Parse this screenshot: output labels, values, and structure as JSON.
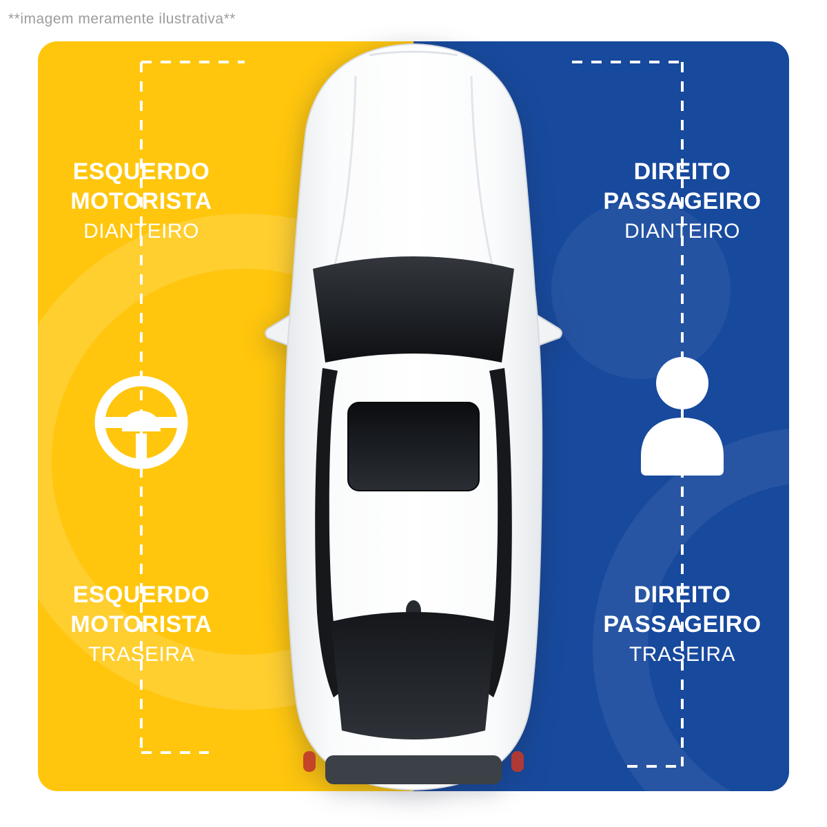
{
  "caption": "**imagem meramente ilustrativa**",
  "colors": {
    "driver_side_yellow": "#FFC60D",
    "passenger_side_blue": "#17499D",
    "label_text": "#FFFFFF",
    "caption_gray": "#9C9C9C"
  },
  "labels": {
    "front_left": {
      "line1": "ESQUERDO",
      "line2": "MOTORISTA",
      "line3": "DIANTEIRO"
    },
    "front_right": {
      "line1": "DIREITO",
      "line2": "PASSAGEIRO",
      "line3": "DIANTEIRO"
    },
    "rear_left": {
      "line1": "ESQUERDO",
      "line2": "MOTORISTA",
      "line3": "TRASEIRA"
    },
    "rear_right": {
      "line1": "DIREITO",
      "line2": "PASSAGEIRO",
      "line3": "TRASEIRA"
    }
  },
  "icons": {
    "driver_side": "steering-wheel-icon",
    "passenger_side": "passenger-person-icon"
  }
}
